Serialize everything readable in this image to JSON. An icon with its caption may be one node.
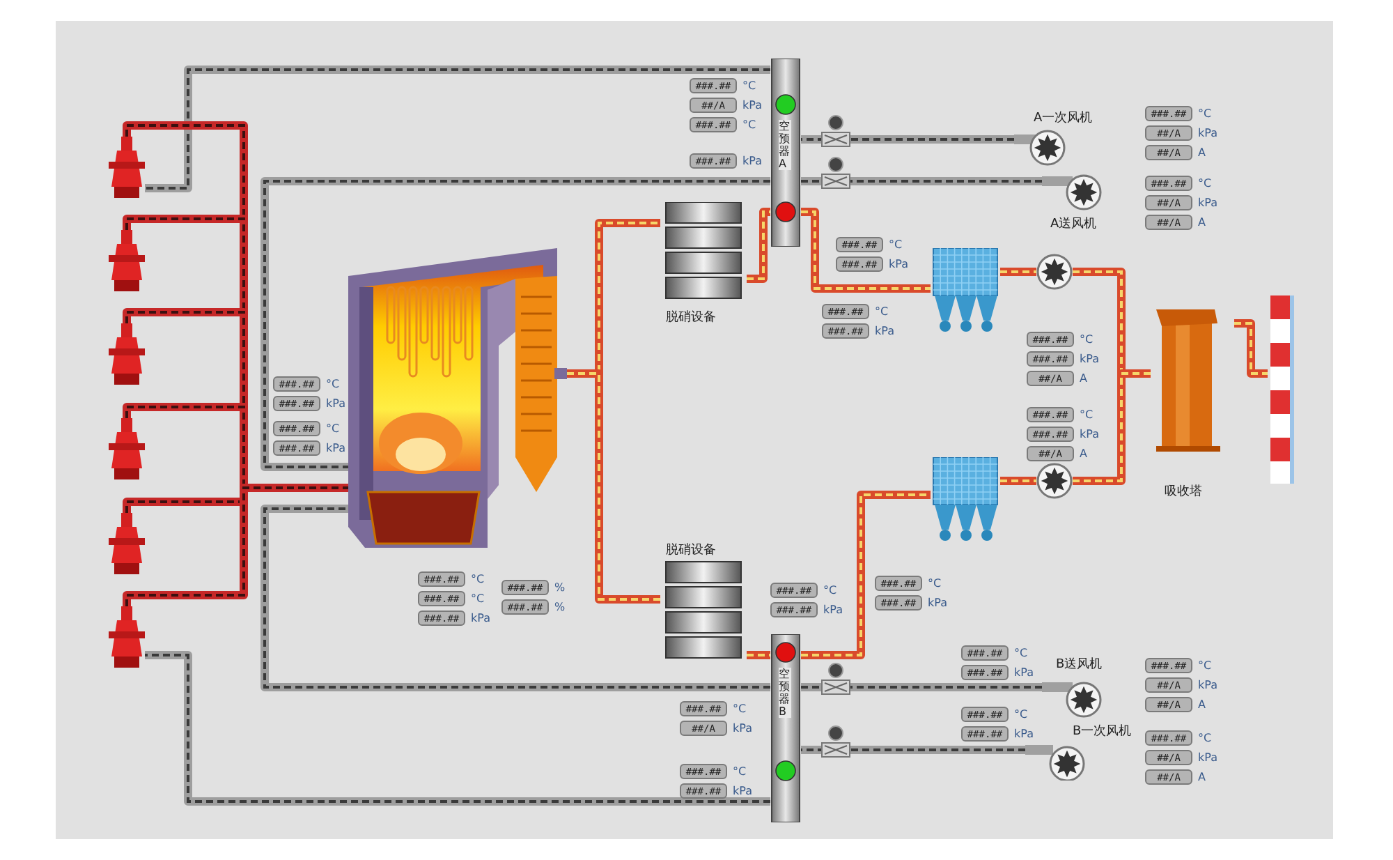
{
  "diagram": {
    "nodes": [
      {
        "text": [],
        "shape": "picture"
      },
      {
        "text": [],
        "shape": "picture"
      },
      {
        "text": [],
        "shape": "picture"
      },
      {
        "text": [],
        "shape": "picture"
      },
      {
        "text": [],
        "shape": "picture"
      },
      {
        "text": [],
        "shape": "picture"
      },
      {
        "text": [],
        "shape": "picture"
      },
      {
        "text": [
          "脱硝设备"
        ]
      },
      {
        "text": [
          "脱硝设备"
        ]
      },
      {
        "text": [
          "空预器A"
        ]
      },
      {
        "text": [
          "空预器B"
        ]
      },
      {
        "text": [],
        "shape": "picture"
      },
      {
        "text": [],
        "shape": "picture"
      },
      {
        "text": [],
        "shape": "picture"
      },
      {
        "text": [],
        "shape": "picture"
      },
      {
        "text": [
          "吸收塔"
        ]
      },
      {
        "text": [],
        "shape": "picture"
      },
      {
        "text": [
          "A一次风机"
        ]
      },
      {
        "text": [
          "A送风机"
        ]
      },
      {
        "text": [
          "B送风机"
        ]
      },
      {
        "text": [
          "B一次风机"
        ]
      },
      {
        "text": [
          "###.##"
        ],
        "beside": [
          "°C"
        ]
      },
      {
        "text": [
          "##/A"
        ],
        "beside": [
          "kPa"
        ]
      },
      {
        "text": [
          "###.##"
        ],
        "beside": [
          "°C"
        ]
      },
      {
        "text": [
          "###.##"
        ],
        "beside": [
          "kPa"
        ]
      },
      {
        "text": [
          "###.##"
        ],
        "beside": [
          "°C"
        ]
      },
      {
        "text": [
          "##/A"
        ],
        "beside": [
          "kPa"
        ]
      },
      {
        "text": [
          "##/A"
        ],
        "beside": [
          "A"
        ]
      },
      {
        "text": [
          "###.##"
        ],
        "beside": [
          "°C"
        ]
      },
      {
        "text": [
          "##/A"
        ],
        "beside": [
          "kPa"
        ]
      },
      {
        "text": [
          "##/A"
        ],
        "beside": [
          "A"
        ]
      },
      {
        "text": [
          "###.##"
        ],
        "beside": [
          "°C"
        ]
      },
      {
        "text": [
          "###.##"
        ],
        "beside": [
          "kPa"
        ]
      },
      {
        "text": [
          "###.##"
        ],
        "beside": [
          "°C"
        ]
      },
      {
        "text": [
          "###.##"
        ],
        "beside": [
          "kPa"
        ]
      },
      {
        "text": [
          "###.##"
        ],
        "beside": [
          "°C"
        ]
      },
      {
        "text": [
          "###.##"
        ],
        "beside": [
          "kPa"
        ]
      },
      {
        "text": [
          "##/A"
        ],
        "beside": [
          "A"
        ]
      },
      {
        "text": [
          "###.##"
        ],
        "beside": [
          "°C"
        ]
      },
      {
        "text": [
          "###.##"
        ],
        "beside": [
          "kPa"
        ]
      },
      {
        "text": [
          "##/A"
        ],
        "beside": [
          "A"
        ]
      },
      {
        "text": [
          "###.##"
        ],
        "beside": [
          "°C"
        ]
      },
      {
        "text": [
          "###.##"
        ],
        "beside": [
          "kPa"
        ]
      },
      {
        "text": [
          "###.##"
        ],
        "beside": [
          "°C"
        ]
      },
      {
        "text": [
          "###.##"
        ],
        "beside": [
          "kPa"
        ]
      },
      {
        "text": [
          "###.##"
        ],
        "beside": [
          "°C"
        ]
      },
      {
        "text": [
          "###.##"
        ],
        "beside": [
          "°C"
        ]
      },
      {
        "text": [
          "###.##"
        ],
        "beside": [
          "kPa"
        ]
      },
      {
        "text": [
          "###.##"
        ],
        "beside": [
          "%"
        ]
      },
      {
        "text": [
          "###.##"
        ],
        "beside": [
          "%"
        ]
      },
      {
        "text": [
          "###.##"
        ],
        "beside": [
          "°C"
        ]
      },
      {
        "text": [
          "###.##"
        ],
        "beside": [
          "kPa"
        ]
      },
      {
        "text": [
          "###.##"
        ],
        "beside": [
          "°C"
        ]
      },
      {
        "text": [
          "###.##"
        ],
        "beside": [
          "kPa"
        ]
      },
      {
        "text": [
          "###.##"
        ],
        "beside": [
          "°C"
        ]
      },
      {
        "text": [
          "###.##"
        ],
        "beside": [
          "kPa"
        ]
      },
      {
        "text": [
          "###.##"
        ],
        "beside": [
          "°C"
        ]
      },
      {
        "text": [
          "##/A"
        ],
        "beside": [
          "kPa"
        ]
      },
      {
        "text": [
          "##/A"
        ],
        "beside": [
          "A"
        ]
      },
      {
        "text": [
          "###.##"
        ],
        "beside": [
          "°C"
        ]
      },
      {
        "text": [
          "###.##"
        ],
        "beside": [
          "kPa"
        ]
      },
      {
        "text": [
          "###.##"
        ],
        "beside": [
          "°C"
        ]
      },
      {
        "text": [
          "##/A"
        ],
        "beside": [
          "kPa"
        ]
      },
      {
        "text": [
          "##/A"
        ],
        "beside": [
          "A"
        ]
      },
      {
        "text": [
          "###.##"
        ],
        "beside": [
          "°C"
        ]
      },
      {
        "text": [
          "##/A"
        ],
        "beside": [
          "kPa"
        ]
      },
      {
        "text": [
          "###.##"
        ],
        "beside": [
          "°C"
        ]
      },
      {
        "text": [
          "###.##"
        ],
        "beside": [
          "kPa"
        ]
      }
    ],
    "edges": [
      {
        "from": 0,
        "to": 7,
        "arrow": "none"
      },
      {
        "from": 0,
        "to": 8,
        "arrow": "none"
      },
      {
        "from": 7,
        "to": 9,
        "arrow": "none"
      },
      {
        "from": 9,
        "to": 11,
        "arrow": "none"
      },
      {
        "from": 11,
        "to": 13,
        "arrow": "none"
      },
      {
        "from": 13,
        "to": 15,
        "arrow": "none"
      },
      {
        "from": 8,
        "to": 10,
        "arrow": "none"
      },
      {
        "from": 10,
        "to": 12,
        "arrow": "none"
      },
      {
        "from": 12,
        "to": 14,
        "arrow": "none"
      },
      {
        "from": 14,
        "to": 15,
        "arrow": "none"
      },
      {
        "from": 15,
        "to": 16,
        "arrow": "none"
      },
      {
        "from": 17,
        "to": 9,
        "arrow": "none",
        "color": "#9e9e9e"
      },
      {
        "from": 18,
        "to": 9,
        "arrow": "none",
        "color": "#9e9e9e"
      },
      {
        "from": 19,
        "to": 10,
        "arrow": "none",
        "color": "#9e9e9e"
      },
      {
        "from": 20,
        "to": 10,
        "arrow": "none",
        "color": "#9e9e9e"
      },
      {
        "from": 9,
        "to": 0,
        "arrow": "none",
        "color": "#9e9e9e"
      },
      {
        "from": 10,
        "to": 0,
        "arrow": "none",
        "color": "#9e9e9e"
      },
      {
        "from": 9,
        "to": 1,
        "arrow": "none",
        "color": "#9e9e9e"
      },
      {
        "from": 10,
        "to": 6,
        "arrow": "none",
        "color": "#9e9e9e"
      },
      {
        "from": 1,
        "to": 0,
        "arrow": "none",
        "color": "#c62828"
      },
      {
        "from": 2,
        "to": 0,
        "arrow": "none",
        "color": "#c62828"
      },
      {
        "from": 3,
        "to": 0,
        "arrow": "none",
        "color": "#c62828"
      },
      {
        "from": 4,
        "to": 0,
        "arrow": "none",
        "color": "#c62828"
      },
      {
        "from": 5,
        "to": 0,
        "arrow": "none",
        "color": "#c62828"
      },
      {
        "from": 6,
        "to": 0,
        "arrow": "none",
        "color": "#c62828"
      }
    ]
  }
}
